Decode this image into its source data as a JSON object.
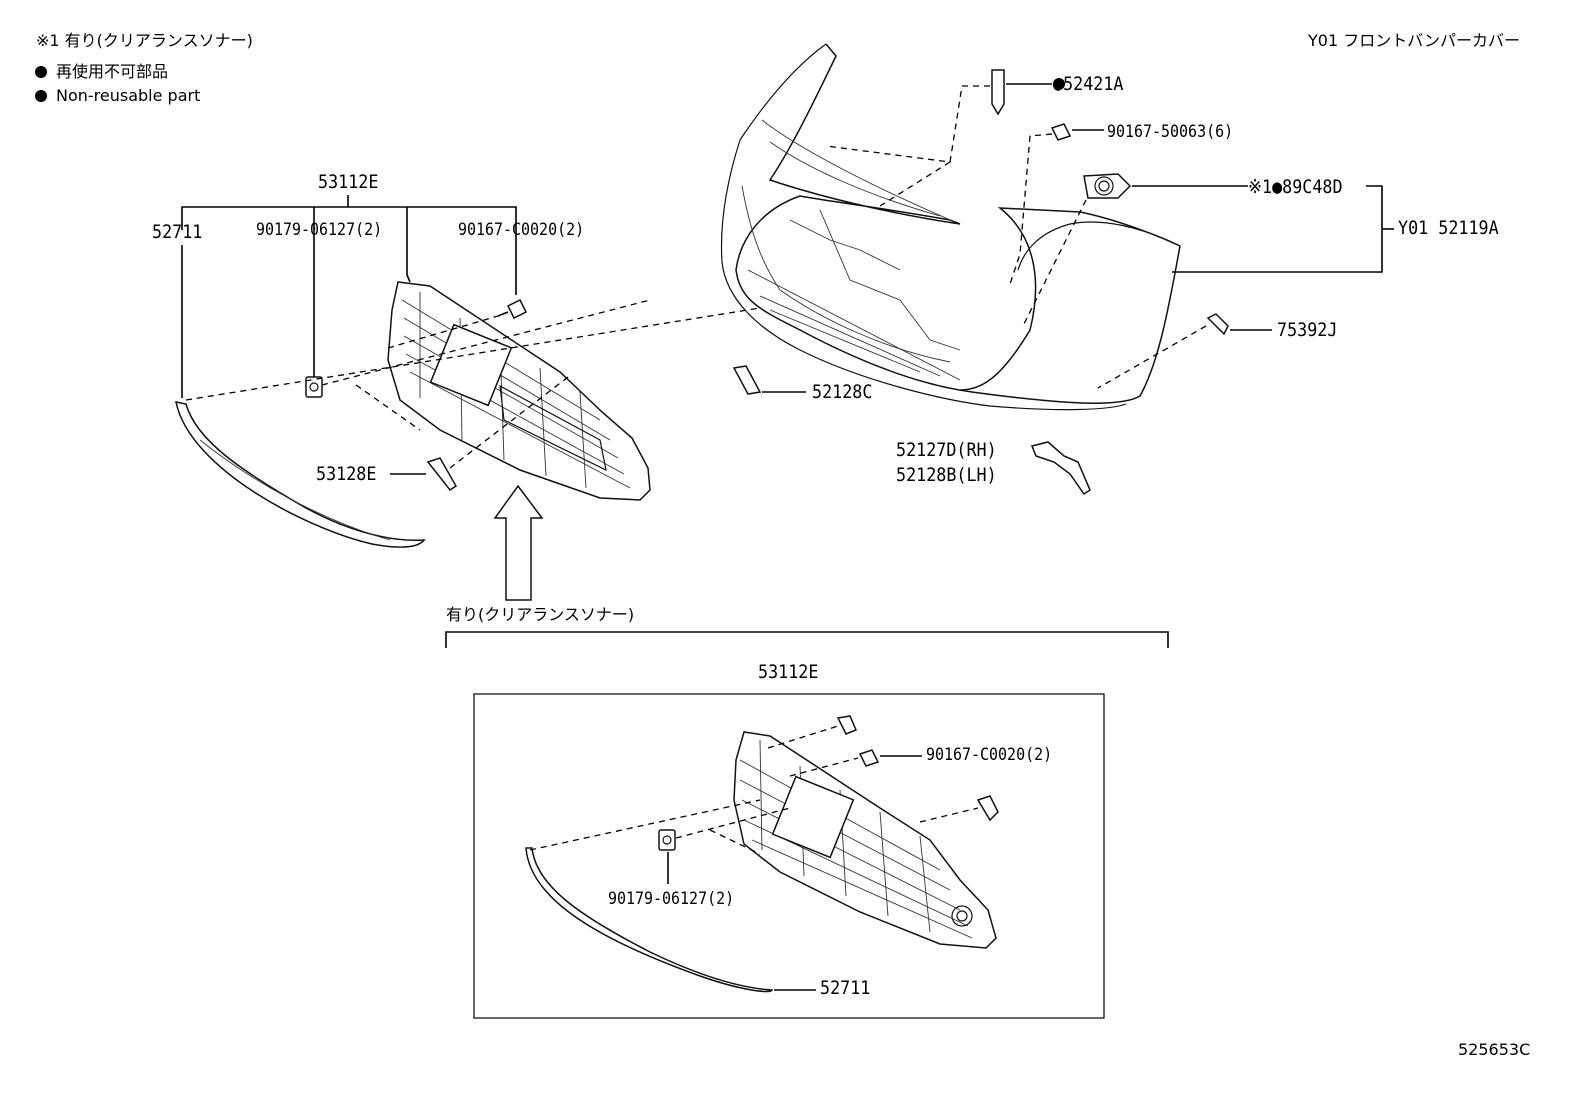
{
  "header": {
    "note_text": "※1 有り(クリアランスソナー)",
    "legend_jp": "再使用不可部品",
    "legend_en": "Non-reusable part",
    "title_right": "Y01 フロントバンパーカバー"
  },
  "labels": {
    "grille_assy_top": "53112E",
    "molding_left": "52711",
    "nut_clip": "90179-06127(2)",
    "screw_top": "90167-C0020(2)",
    "bracket_53128E": "53128E",
    "retainer_52421A": "●52421A",
    "screw_50063": "90167-50063(6)",
    "sonar_89C48D": "※1●89C48D",
    "bumper_cover": "Y01 52119A",
    "clip_75392J": "75392J",
    "cap_52128C": "52128C",
    "bracket_rh": "52127D(RH)",
    "bracket_lh": "52128B(LH)",
    "variant_caption": "有り(クリアランスソナー)",
    "grille_assy_inset": "53112E",
    "screw_inset": "90167-C0020(2)",
    "nut_inset": "90179-06127(2)",
    "molding_inset": "52711",
    "diagram_id": "525653C"
  }
}
